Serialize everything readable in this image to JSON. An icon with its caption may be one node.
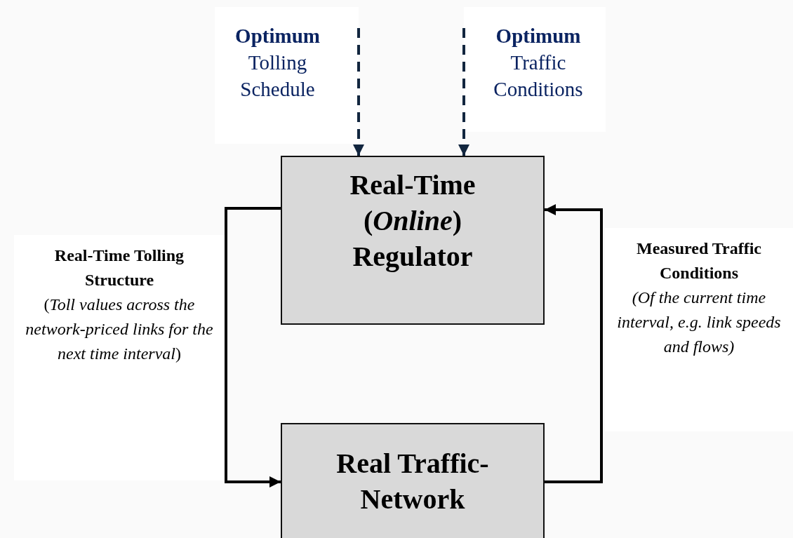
{
  "diagram": {
    "nodes": [
      {
        "text": [
          "Optimum",
          "Tolling Schedule"
        ]
      },
      {
        "text": [
          "Optimum",
          "Traffic Conditions"
        ]
      },
      {
        "text": [
          "Real-Time (*Online*) Regulator"
        ]
      },
      {
        "text": [
          "Real Traffic-Network"
        ]
      },
      {
        "text": [
          "Real-Time Tolling Structure",
          "(*Toll values across the network-priced links for the next time interval*)"
        ]
      },
      {
        "text": [
          "Measured Traffic Conditions",
          "(Of the current time interval, e.g. link speeds and flows)"
        ]
      }
    ],
    "edges": [
      {
        "from": 0,
        "to": 2,
        "arrow": "to",
        "style": "dashed",
        "color": "#12263f"
      },
      {
        "from": 1,
        "to": 2,
        "arrow": "to",
        "style": "dashed",
        "color": "#12263f"
      },
      {
        "from": 2,
        "to": 3,
        "arrow": "to"
      },
      {
        "from": 3,
        "to": 2,
        "arrow": "to"
      }
    ]
  }
}
